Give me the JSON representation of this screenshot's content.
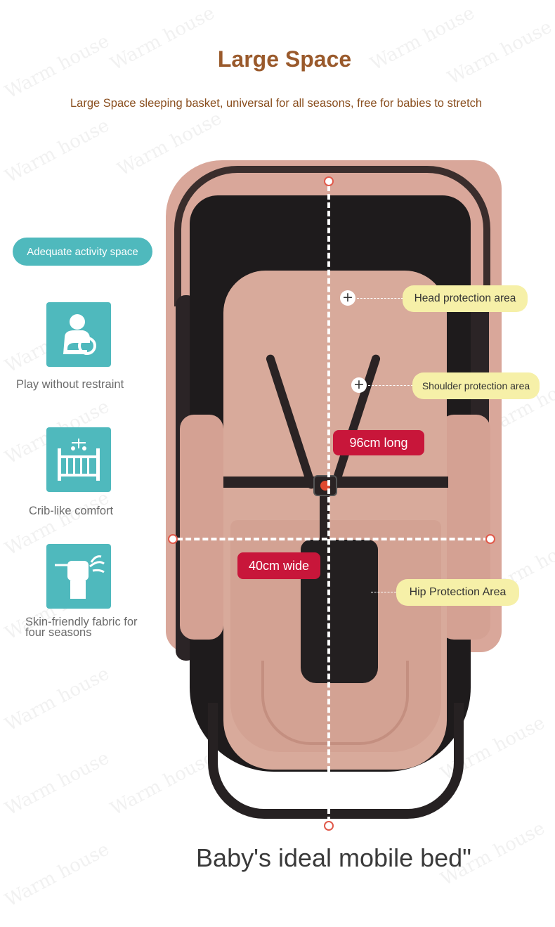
{
  "header": {
    "title": "Large Space",
    "subtitle": "Large Space sleeping basket, universal for all seasons, free for babies to stretch"
  },
  "badge": {
    "label": "Adequate activity space"
  },
  "features": [
    {
      "icon": "child-play-icon",
      "label": "Play without restraint"
    },
    {
      "icon": "crib-icon",
      "label": "Crib-like comfort"
    },
    {
      "icon": "hand-leaf-icon",
      "label": "Skin-friendly fabric for\nfour seasons"
    }
  ],
  "measurements": {
    "length": "96cm long",
    "width": "40cm wide"
  },
  "callouts": {
    "head": "Head protection area",
    "shoulder": "Shoulder protection area",
    "hip": "Hip Protection Area"
  },
  "footer": {
    "tagline": "Baby's ideal mobile bed\""
  },
  "watermark": {
    "text": "Warm house"
  },
  "colors": {
    "accent_teal": "#4fb9bd",
    "title_brown": "#9a5a2c",
    "tag_red": "#c8163a",
    "tag_yellow": "#f6f0a8"
  }
}
